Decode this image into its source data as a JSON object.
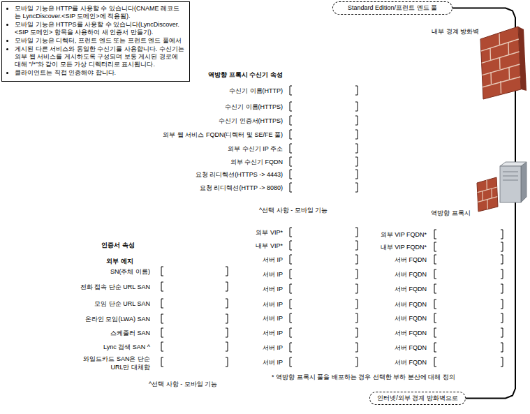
{
  "diagram": {
    "nodes": [
      {
        "text": [
          "모바일 기능은 HTTP를 사용할 수 있습니다(CNAME 레코드는 LyncDiscover.<SIP 도메인>에 적용됨).",
          "모바일 기능은 HTTPS를 사용할 수 있습니다(LyncDiscover.<SIP 도메인> 항목을 사용하여 새 인증서 만들기).",
          "모바일 기능은 디렉터, 프런트 엔드 또는 프런트 엔드 풀에서",
          "게시된 다른 서비스와 동일한 수신기를 사용합니다. 수신기는 외부 웹 서비스를 게시하도록 구성되며 보통 게시된 경로에 대해 \"/*\"와 같이 모든 가상 디렉터리로 표시됩니다.",
          "클라이언트는 직접 인증해야 합니다."
        ]
      },
      {
        "text": [
          "Standard Edition/프런트 엔드 풀"
        ]
      },
      {
        "text": [
          "인터넷/외부 경계 방화벽으로"
        ]
      }
    ],
    "edges": [
      {
        "from": 1,
        "to": 2,
        "arrow": "none"
      }
    ],
    "labels": [
      "내부 경계 방화벽",
      "역방향 프록시 수신기 속성",
      "수신기 이름(HTTP)",
      "수신기 이름(HTTPS)",
      "수신기 인증서(HTTPS)",
      "외부 웹 서비스 FQDN(디렉터 및 SE/FE 풀)",
      "외부 수신기 IP 주소",
      "외부 수신기 FQDN",
      "요청 리디렉션(HTTPS -> 4443)",
      "요청 리디렉션(HTTP -> 8080)",
      "^선택 사항 - 모바일 기능",
      "역방향 프록시",
      "외부 VIP*",
      "내부 VIP*",
      "서버 IP",
      "서버 IP",
      "서버 IP",
      "서버 IP",
      "서버 IP",
      "서버 IP",
      "서버 IP",
      "서버 IP",
      "외부 VIP FQDN*",
      "내부 VIP FQDN*",
      "서버 FQDN",
      "서버 FQDN",
      "서버 FQDN",
      "서버 FQDN",
      "서버 FQDN",
      "서버 FQDN",
      "서버 FQDN",
      "서버 FQDN",
      "인증서 속성",
      "외부 에지",
      "SN(주체 이름)",
      "전화 접속 단순 URL SAN",
      "모임 단순 URL SAN",
      "온라인 모임(LWA) SAN",
      "스케줄러 SAN",
      "Lync 검색 SAN ^",
      "와일드카드 SAN은 단순 URL만 대체함",
      "^선택 사항 - 모바일 기능",
      "* 역방향 프록시 풀을 배포하는 경우 선택한 부하 분산에 대해 정의"
    ]
  }
}
